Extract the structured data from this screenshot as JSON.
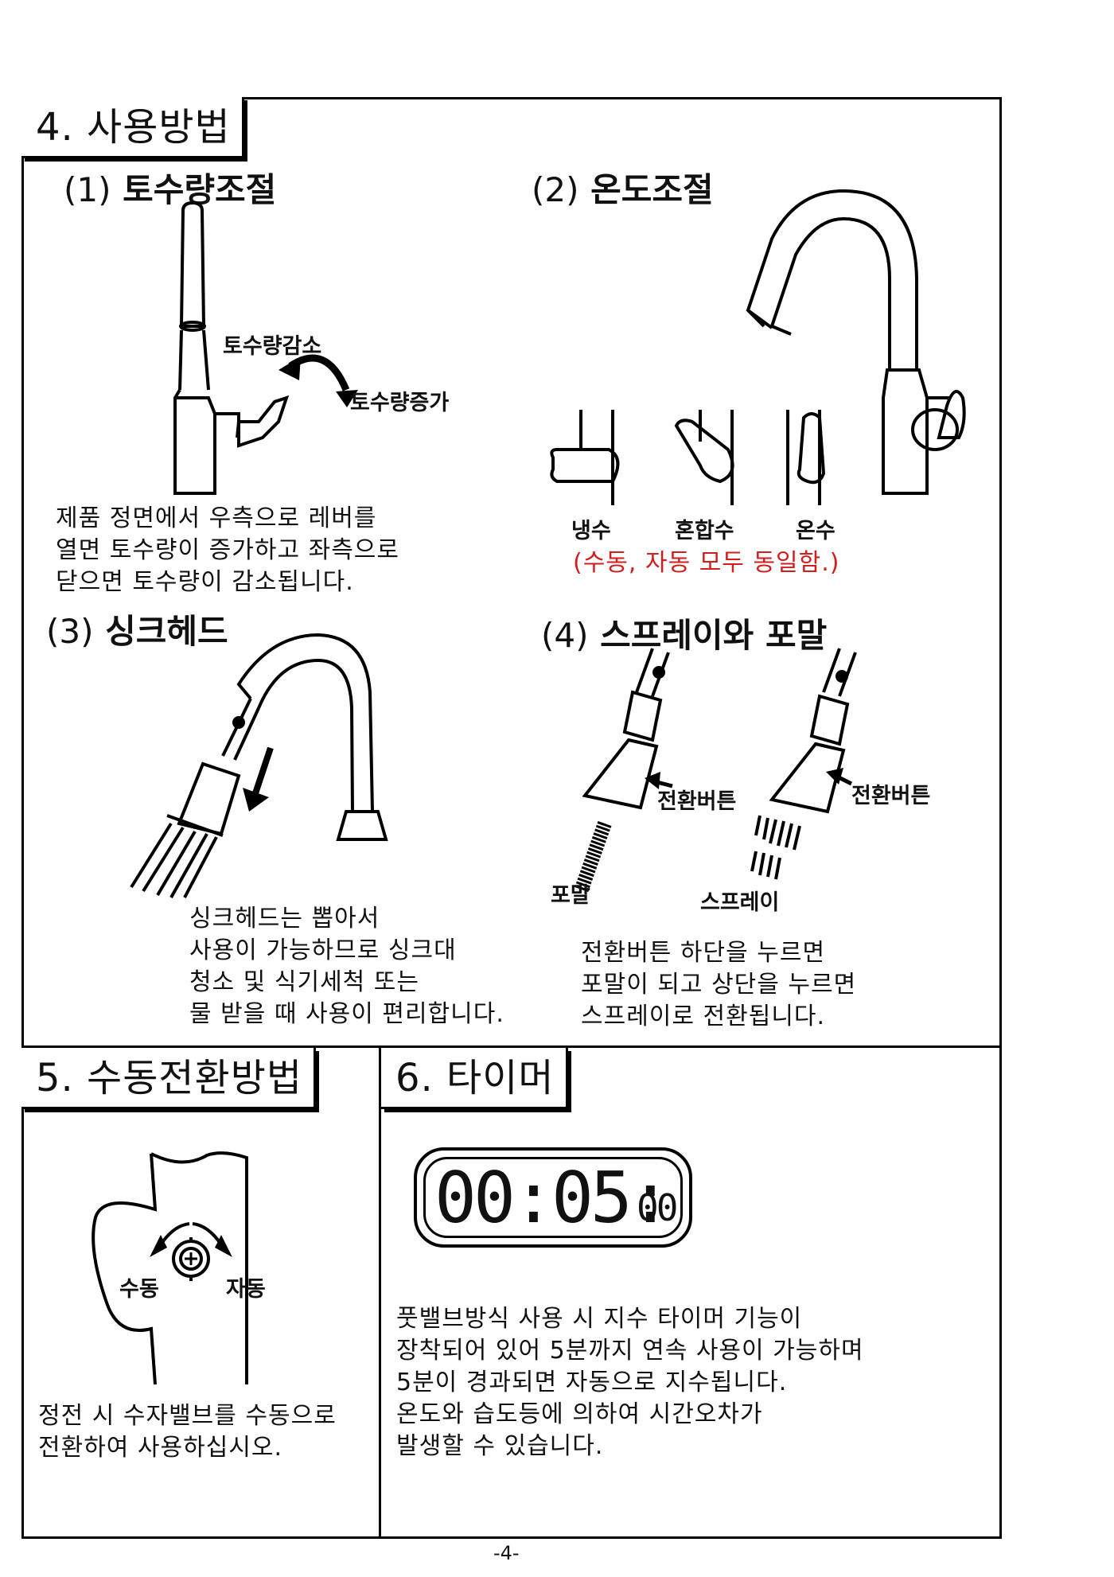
{
  "section4": {
    "title": "4. 사용방법",
    "sub1": {
      "num": "(1)",
      "title": "토수량조절",
      "decrease": "토수량감소",
      "increase": "토수량증가",
      "text": "제품 정면에서 우측으로 레버를\n열면 토수량이 증가하고 좌측으로\n닫으면 토수량이 감소됩니다."
    },
    "sub2": {
      "num": "(2)",
      "title": "온도조절",
      "cold": "냉수",
      "mixed": "혼합수",
      "hot": "온수",
      "note": "(수동, 자동 모두 동일함.)"
    },
    "sub3": {
      "num": "(3)",
      "title": "싱크헤드",
      "text": "싱크헤드는 뽑아서\n사용이 가능하므로 싱크대\n청소 및 식기세척 또는\n물 받을 때 사용이 편리합니다."
    },
    "sub4": {
      "num": "(4)",
      "title": "스프레이와 포말",
      "button1": "전환버튼",
      "button2": "전환버튼",
      "foam": "포말",
      "spray": "스프레이",
      "text": "전환버튼 하단을 누르면\n포말이 되고 상단을 누르면\n스프레이로 전환됩니다."
    }
  },
  "section5": {
    "title": "5. 수동전환방법",
    "manual": "수동",
    "auto": "자동",
    "text": "정전 시 수자밸브를 수동으로\n전환하여 사용하십시오."
  },
  "section6": {
    "title": "6. 타이머",
    "timer": {
      "main": "00:05:",
      "small": "00"
    },
    "text": "풋밸브방식 사용 시 지수 타이머 기능이\n장착되어 있어 5분까지 연속 사용이 가능하며\n5분이 경과되면 자동으로 지수됩니다.\n온도와 습도등에 의하여 시간오차가\n발생할 수 있습니다."
  },
  "page_number": "-4-"
}
